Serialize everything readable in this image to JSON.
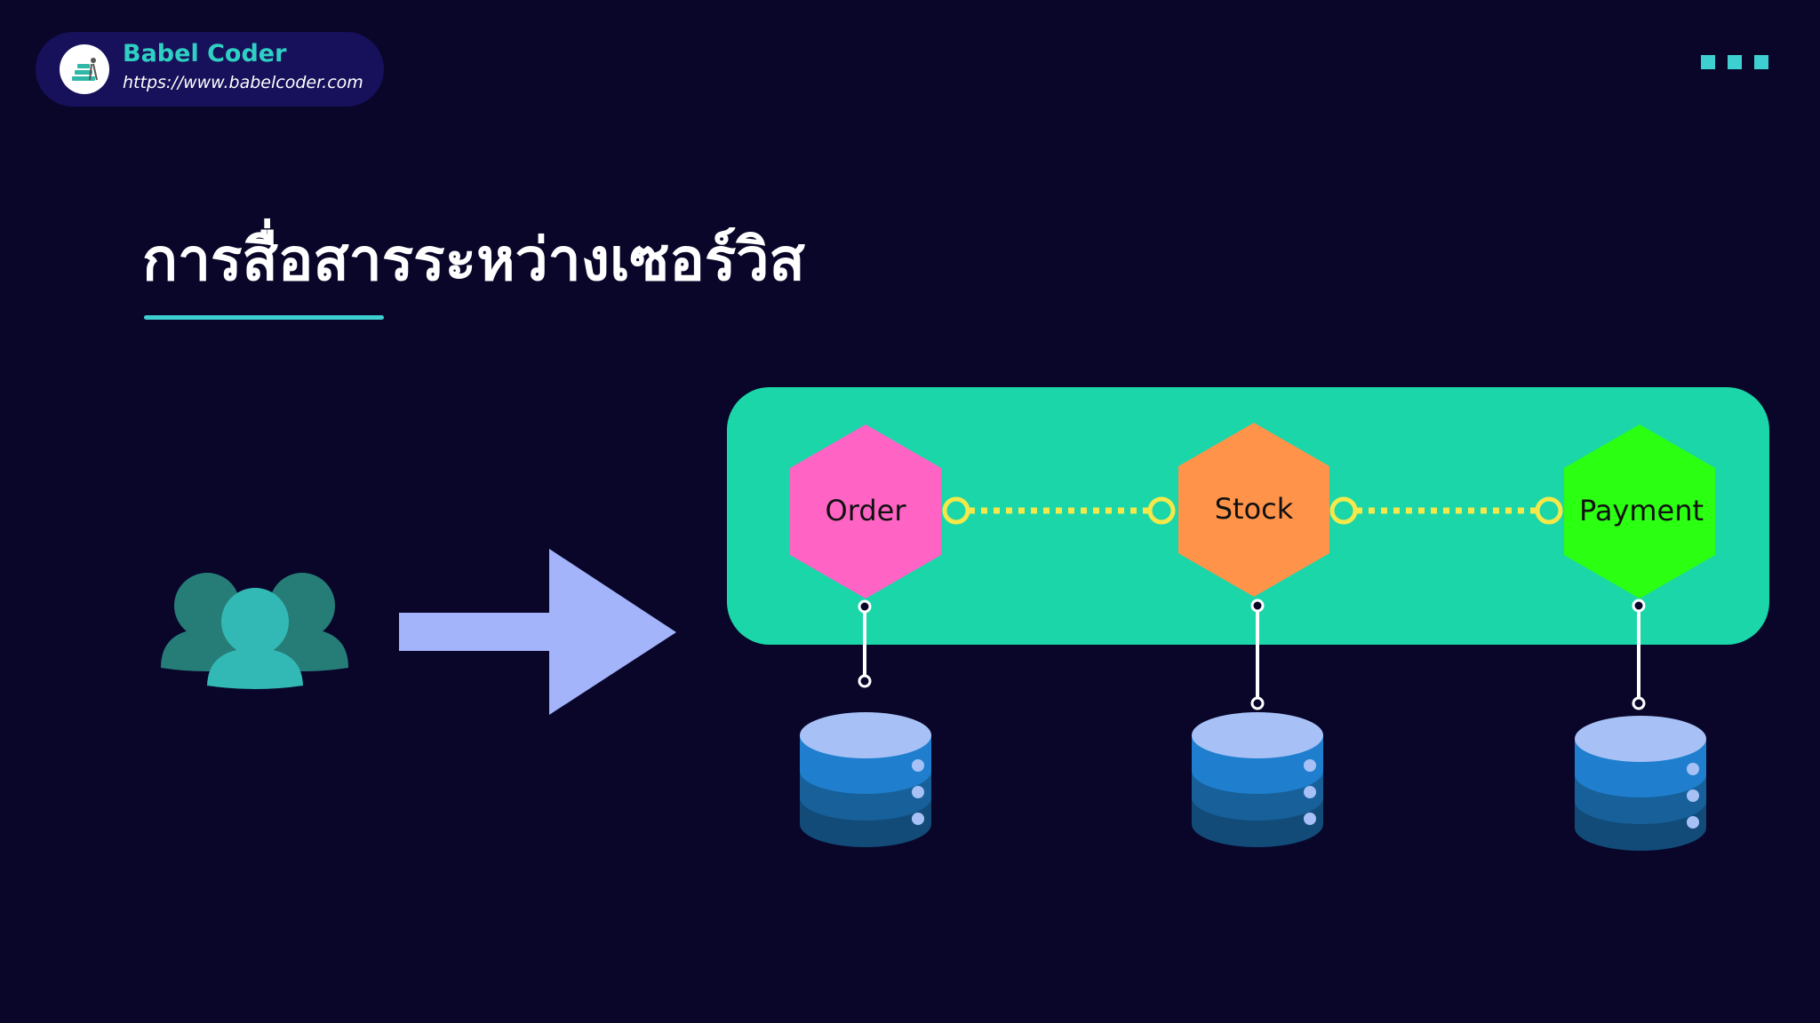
{
  "brand": {
    "name": "Babel Coder",
    "url": "https://www.babelcoder.com"
  },
  "slide": {
    "title": "การสื่อสารระหว่างเซอร์วิส"
  },
  "diagram": {
    "services": [
      {
        "label": "Order",
        "color": "#ff63c4"
      },
      {
        "label": "Stock",
        "color": "#ff934a"
      },
      {
        "label": "Payment",
        "color": "#2bff12"
      }
    ],
    "colors": {
      "background": "#09062a",
      "container": "#1ad6a9",
      "arrow": "#a4b4fb",
      "connector": "#f5e84a",
      "users": "#33b9b5",
      "database": "#1f7fce"
    },
    "icons": [
      "users-icon",
      "arrow-icon",
      "database-icon"
    ]
  }
}
